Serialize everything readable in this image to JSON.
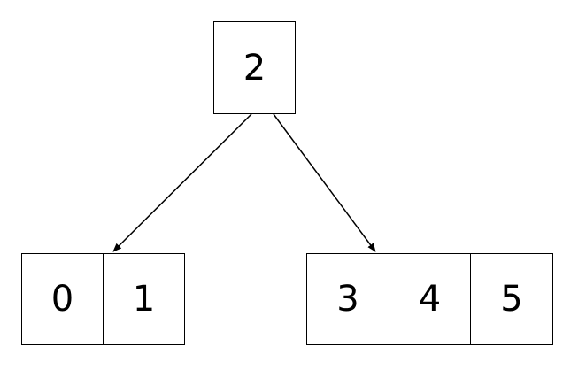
{
  "root": {
    "label": "2"
  },
  "left_child": {
    "cells": [
      "0",
      "1"
    ]
  },
  "right_child": {
    "cells": [
      "3",
      "4",
      "5"
    ]
  },
  "colors": {
    "stroke": "#000000",
    "background": "#ffffff",
    "text": "#000000"
  }
}
